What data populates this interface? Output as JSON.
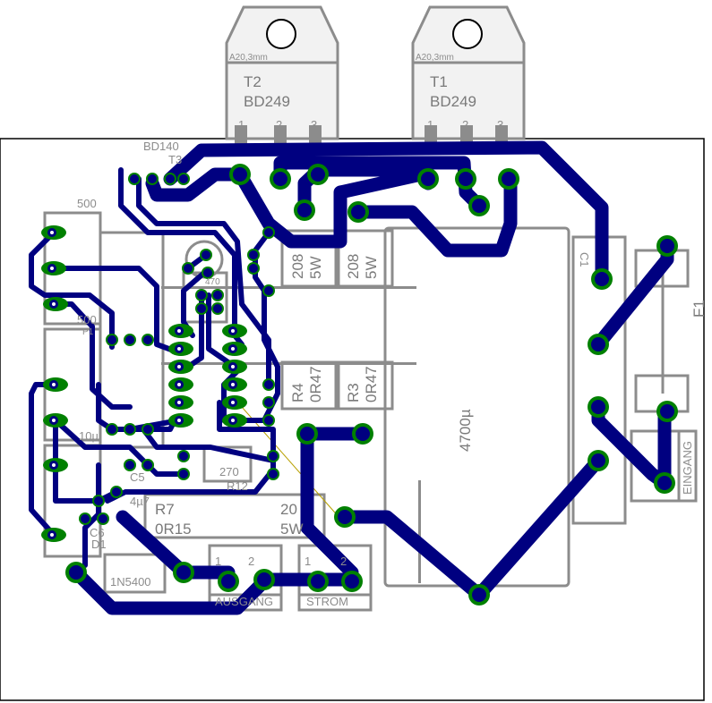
{
  "board": {
    "trace_color": "#000080",
    "pad_color": "#008000",
    "silk_color": "#8c8c8c"
  },
  "t2": {
    "pkg": "A20,3mm",
    "name": "T2",
    "value": "BD249",
    "pins": [
      "1",
      "2",
      "3"
    ]
  },
  "t1": {
    "pkg": "A20,3mm",
    "name": "T1",
    "value": "BD249",
    "pins": [
      "1",
      "2",
      "3"
    ]
  },
  "t3": {
    "value": "BD140",
    "name": "T3"
  },
  "p_top": {
    "value": "500"
  },
  "p1": {
    "value": "500",
    "name": "P1"
  },
  "r_5w_a": {
    "value": "208",
    "power": "5W"
  },
  "r_5w_b": {
    "value": "208",
    "power": "5W"
  },
  "r4": {
    "name": "R4",
    "value": "0R47"
  },
  "r3": {
    "name": "R3",
    "value": "0R47"
  },
  "c1": {
    "name": "C1",
    "value": "4700µ"
  },
  "f1": {
    "name": "F1"
  },
  "eingang": {
    "label": "EINGANG"
  },
  "r7": {
    "name": "R7",
    "value": "0R15",
    "value2": "20",
    "power": "5W"
  },
  "d1": {
    "name": "D1",
    "value": "1N5400"
  },
  "c5": {
    "name": "C5",
    "value": "4µ7"
  },
  "c6": {
    "name": "C6",
    "value": "10µ"
  },
  "r12": {
    "name": "R12",
    "value": "270"
  },
  "r470": {
    "value": "470"
  },
  "ausgang": {
    "label": "AUSGANG",
    "pins": [
      "1",
      "2"
    ]
  },
  "strom": {
    "label": "STROM",
    "pins": [
      "1",
      "2"
    ]
  }
}
